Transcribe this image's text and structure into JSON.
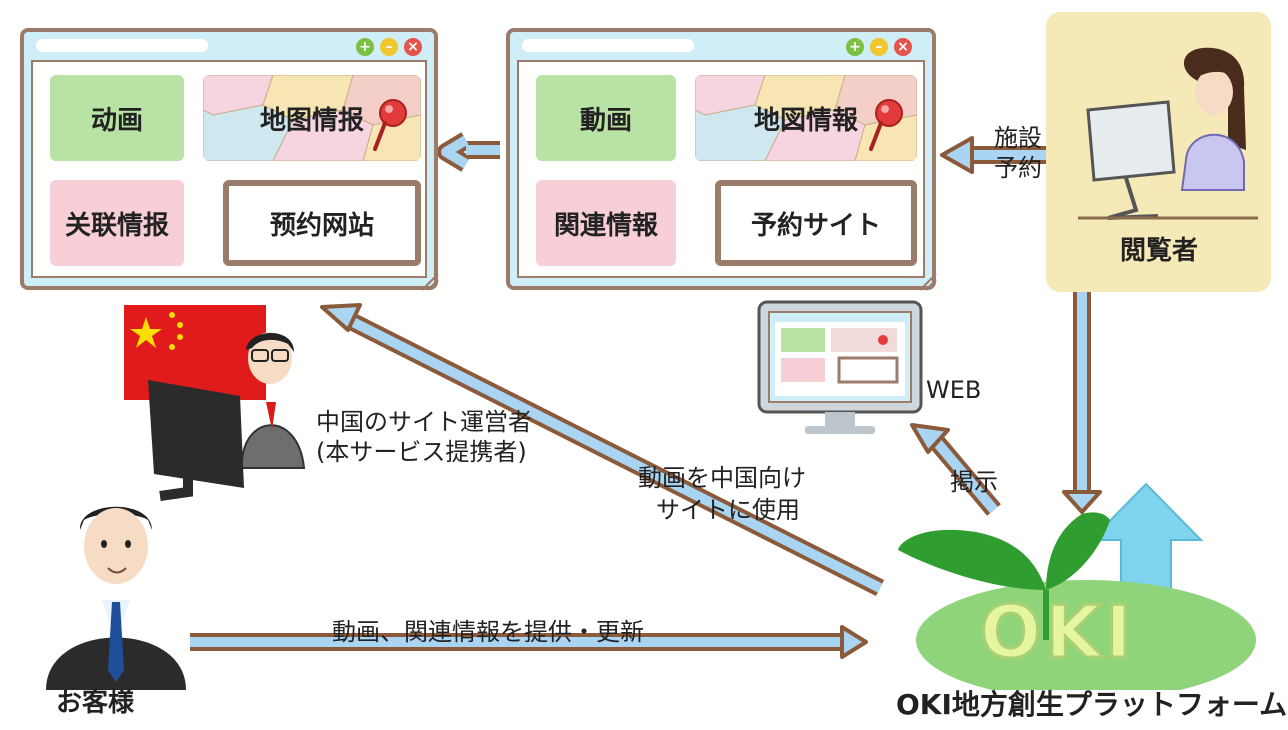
{
  "cn_window": {
    "tiles": {
      "video": "动画",
      "map": "地图情报",
      "related": "关联情报",
      "booking": "预约网站"
    }
  },
  "jp_window": {
    "tiles": {
      "video": "動画",
      "map": "地図情報",
      "related": "関連情報",
      "booking": "予約サイト"
    }
  },
  "labels": {
    "facility_booking": [
      "施設",
      "予約"
    ],
    "viewer": "閲覧者",
    "web": "WEB",
    "post": "掲示",
    "china_operator": [
      "中国のサイト運営者",
      "(本サービス提携者)"
    ],
    "video_for_china": [
      "動画を中国向け",
      "サイトに使用"
    ],
    "provide_update": "動画、関連情報を提供・更新",
    "customer": "お客様",
    "platform": "OKI地方創生プラットフォーム",
    "logo": "OKI"
  },
  "colors": {
    "arrow_border": "#8a5a3a",
    "arrow_fill": "#a9d4f2",
    "window_frame": "#9b7b6a",
    "window_bg": "#cfeef8",
    "tile_green": "#b9e3a4",
    "tile_pink": "#f8cfd7",
    "viewer_bg": "#f6e9b8",
    "logo_hill": "#8fd47a",
    "logo_text": "#e6f5a0",
    "leaf": "#2f9d2f",
    "growth_arrow": "#7fd3ec"
  },
  "icons": [
    "plus-icon",
    "minus-icon",
    "close-icon",
    "map-pin-icon",
    "china-flag-icon",
    "monitor-icon",
    "sprout-icon",
    "growth-arrow-icon"
  ]
}
